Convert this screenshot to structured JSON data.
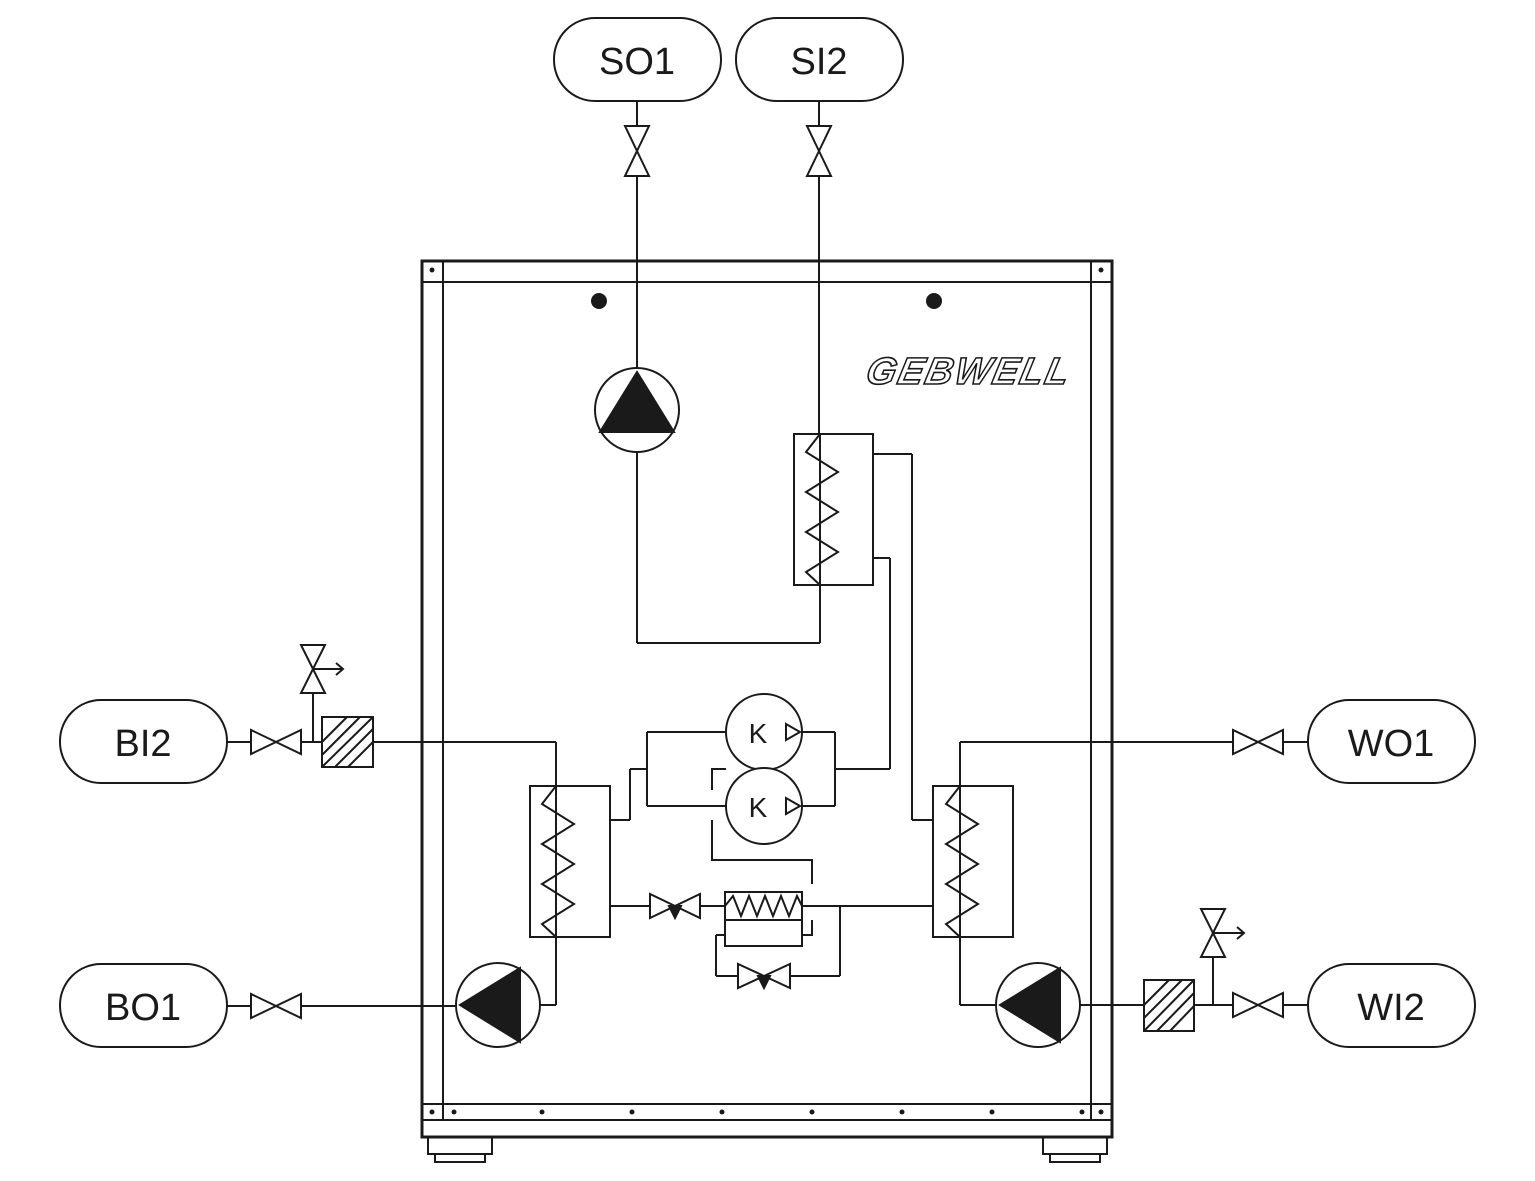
{
  "connections": {
    "so1": "SO1",
    "si2": "SI2",
    "bi2": "BI2",
    "bo1": "BO1",
    "wo1": "WO1",
    "wi2": "WI2"
  },
  "brand": "GEBWELL",
  "compressor_label": "K",
  "colors": {
    "line": "#1a1a1a",
    "background": "#ffffff"
  }
}
